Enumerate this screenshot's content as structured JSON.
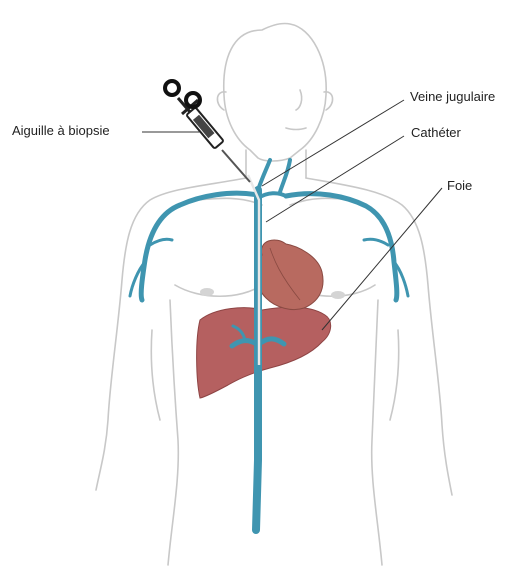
{
  "labels": {
    "biopsy_needle": "Aiguille à biopsie",
    "jugular_vein": "Veine jugulaire",
    "catheter": "Cathéter",
    "liver": "Foie"
  },
  "colors": {
    "body_outline": "#c8c8c8",
    "vein": "#3f95b0",
    "liver": "#b56060",
    "heart": "#b86a60",
    "leader_line": "#333333",
    "needle": "#222222",
    "label_text": "#222222"
  },
  "icons": {
    "syringe": "syringe-icon"
  }
}
